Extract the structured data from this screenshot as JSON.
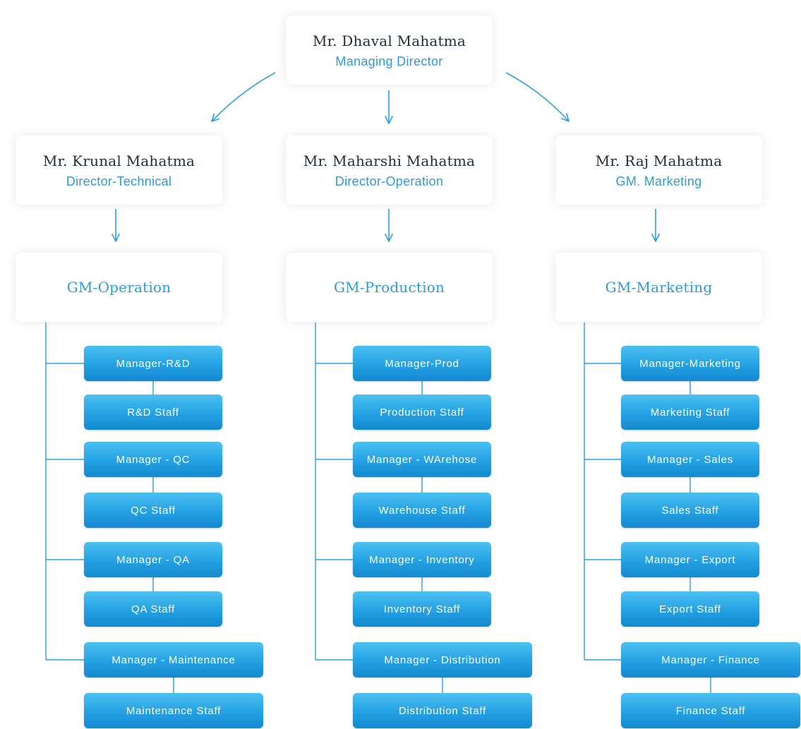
{
  "top": {
    "name": "Mr. Dhaval Mahatma",
    "role": "Managing Director"
  },
  "columns": [
    {
      "director": {
        "name": "Mr. Krunal Mahatma",
        "role": "Director-Technical"
      },
      "gm": "GM-Operation",
      "groups": [
        {
          "manager": "Manager-R&D",
          "staff": "R&D Staff"
        },
        {
          "manager": "Manager - QC",
          "staff": "QC Staff"
        },
        {
          "manager": "Manager - QA",
          "staff": "QA Staff"
        },
        {
          "manager": "Manager - Maintenance",
          "staff": "Maintenance Staff"
        }
      ]
    },
    {
      "director": {
        "name": "Mr. Maharshi Mahatma",
        "role": "Director-Operation"
      },
      "gm": "GM-Production",
      "groups": [
        {
          "manager": "Manager-Prod",
          "staff": "Production Staff"
        },
        {
          "manager": "Manager - WArehose",
          "staff": "Warehouse Staff"
        },
        {
          "manager": "Manager - Inventory",
          "staff": "Inventory Staff"
        },
        {
          "manager": "Manager - Distribution",
          "staff": "Distribution Staff"
        }
      ]
    },
    {
      "director": {
        "name": "Mr. Raj Mahatma",
        "role": "GM. Marketing"
      },
      "gm": "GM-Marketing",
      "groups": [
        {
          "manager": "Manager-Marketing",
          "staff": "Marketing Staff"
        },
        {
          "manager": "Manager - Sales",
          "staff": "Sales Staff"
        },
        {
          "manager": "Manager - Export",
          "staff": "Export Staff"
        },
        {
          "manager": "Manager - Finance",
          "staff": "Finance Staff"
        }
      ]
    }
  ],
  "colors": {
    "accent": "#2e9bd6",
    "connector": "#2aa0dd",
    "pill_top": "#4cc0f1",
    "pill_bottom": "#1488d0",
    "name_text": "#1f2d3a"
  }
}
